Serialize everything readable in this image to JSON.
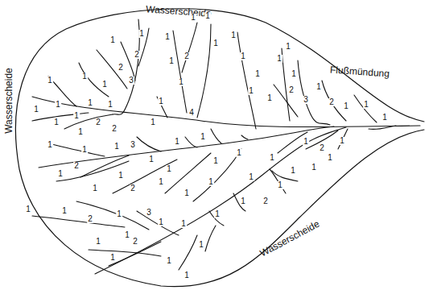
{
  "diagram": {
    "labels": [
      "Wasserscheide",
      "Wasserscheide",
      "Wasserscheide",
      "Flußmündung",
      "1",
      "1",
      "2",
      "2",
      "3",
      "1",
      "1",
      "1",
      "1",
      "1",
      "1",
      "2",
      "1",
      "1",
      "1",
      "1",
      "1",
      "1",
      "1",
      "1",
      "2",
      "1",
      "3",
      "1",
      "2",
      "1",
      "1",
      "1",
      "1",
      "1",
      "1",
      "1",
      "1",
      "1",
      "1",
      "2",
      "1",
      "2",
      "1",
      "1",
      "1",
      "4",
      "1",
      "1",
      "2",
      "1",
      "3",
      "1",
      "1",
      "1",
      "1",
      "1",
      "1",
      "1",
      "1",
      "2",
      "1",
      "1",
      "1",
      "1",
      "1",
      "1",
      "2",
      "1",
      "1",
      "1",
      "1",
      "2",
      "1",
      "1",
      "1",
      "1",
      "2",
      "1",
      "1",
      "1",
      "3",
      "1",
      "1",
      "1",
      "1",
      "1",
      "1",
      "2",
      "1",
      "1"
    ]
  }
}
